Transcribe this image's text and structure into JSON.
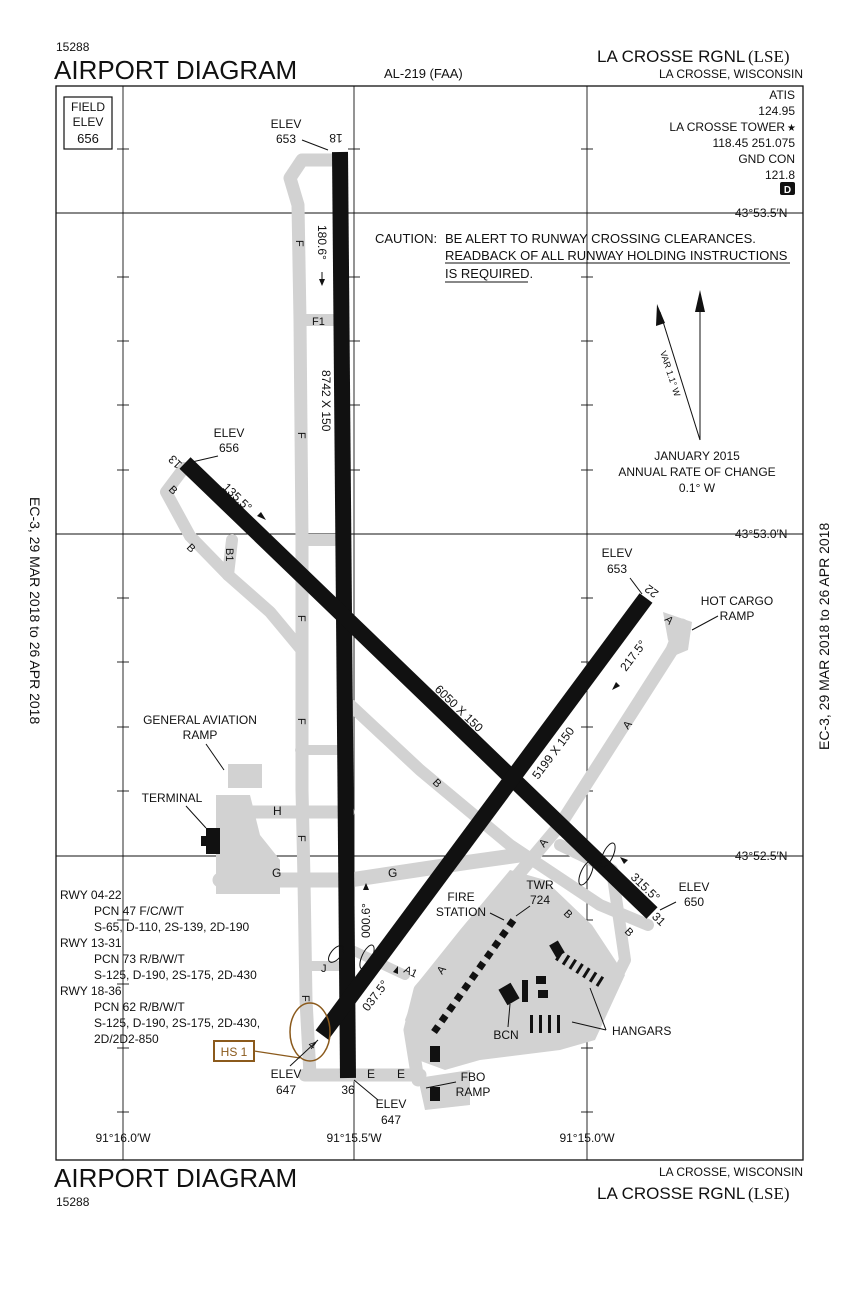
{
  "header": {
    "code_top": "15288",
    "title_top": "AIRPORT DIAGRAM",
    "procedure": "AL-219 (FAA)",
    "airport_name_top": "LA CROSSE RGNL",
    "airport_id_top": "(LSE)",
    "city_state_top": "LA CROSSE, WISCONSIN"
  },
  "footer": {
    "title_bottom": "AIRPORT DIAGRAM",
    "code_bottom": "15288",
    "city_state_bottom": "LA CROSSE, WISCONSIN",
    "airport_name_bottom": "LA CROSSE RGNL",
    "airport_id_bottom": "(LSE)"
  },
  "side_labels": {
    "left": "EC-3,  29 MAR 2018  to  26 APR 2018",
    "right": "EC-3,  29 MAR 2018  to  26 APR 2018"
  },
  "field_elev": {
    "line1": "FIELD",
    "line2": "ELEV",
    "value": "656"
  },
  "comms": {
    "atis_label": "ATIS",
    "atis_freq": "124.95",
    "tower_label": "LA CROSSE TOWER",
    "tower_star": "★",
    "tower_freqs": "118.45  251.075",
    "gnd_label": "GND CON",
    "gnd_freq": "121.8",
    "d_badge": "D"
  },
  "caution": {
    "prefix": "CAUTION:",
    "line1": "BE ALERT TO RUNWAY CROSSING CLEARANCES.",
    "line2": "READBACK OF ALL RUNWAY HOLDING INSTRUCTIONS",
    "line3": "IS REQUIRED."
  },
  "magnetic": {
    "var_label": "VAR 1.1° W",
    "date": "JANUARY 2015",
    "rate_label": "ANNUAL RATE OF CHANGE",
    "rate_value": "0.1° W"
  },
  "latitudes": [
    "43°53.5′N",
    "43°53.0′N",
    "43°52.5′N"
  ],
  "longitudes": [
    "91°16.0′W",
    "91°15.5′W",
    "91°15.0′W"
  ],
  "runways": {
    "rwy18_num": "18",
    "rwy36_num": "36",
    "rwy13_num": "13",
    "rwy31_num": "31",
    "rwy04_num": "4",
    "rwy22_num": "22",
    "rwy18_36_dims": "8742 X 150",
    "rwy13_31_dims": "6050 X 150",
    "rwy04_22_dims": "5199 X 150",
    "hdg_18": "180.6°",
    "hdg_36": "000.6°",
    "hdg_13": "135.5°",
    "hdg_31": "315.5°",
    "hdg_04": "037.5°",
    "hdg_22": "217.5°"
  },
  "elevations": {
    "elev_label": "ELEV",
    "elev_18": "653",
    "elev_13": "656",
    "elev_22": "653",
    "elev_31": "650",
    "elev_04": "647",
    "elev_36": "647"
  },
  "taxiways": {
    "F": "F",
    "F1": "F1",
    "B": "B",
    "B1": "B1",
    "A": "A",
    "A1": "A1",
    "G": "G",
    "H": "H",
    "J": "J",
    "E": "E"
  },
  "facilities": {
    "ga_ramp_line1": "GENERAL AVIATION",
    "ga_ramp_line2": "RAMP",
    "terminal": "TERMINAL",
    "hot_cargo_line1": "HOT CARGO",
    "hot_cargo_line2": "RAMP",
    "fire_line1": "FIRE",
    "fire_line2": "STATION",
    "twr_label": "TWR",
    "twr_elev": "724",
    "bcn": "BCN",
    "hangars": "HANGARS",
    "fbo_line1": "FBO",
    "fbo_line2": "RAMP",
    "hotspot": "HS 1"
  },
  "rwy_data": {
    "r1_title": "RWY 04-22",
    "r1_pcn": "PCN 47 F/C/W/T",
    "r1_wt": "S-65, D-110, 2S-139, 2D-190",
    "r2_title": "RWY 13-31",
    "r2_pcn": "PCN 73 R/B/W/T",
    "r2_wt": "S-125, D-190, 2S-175, 2D-430",
    "r3_title": "RWY 18-36",
    "r3_pcn": "PCN 62 R/B/W/T",
    "r3_wt1": "S-125, D-190, 2S-175, 2D-430,",
    "r3_wt2": "2D/2D2-850"
  },
  "colors": {
    "runway": "#111111",
    "pavement": "#d2d2d2",
    "frame": "#111111",
    "hotspot": "#8b5a1c"
  }
}
